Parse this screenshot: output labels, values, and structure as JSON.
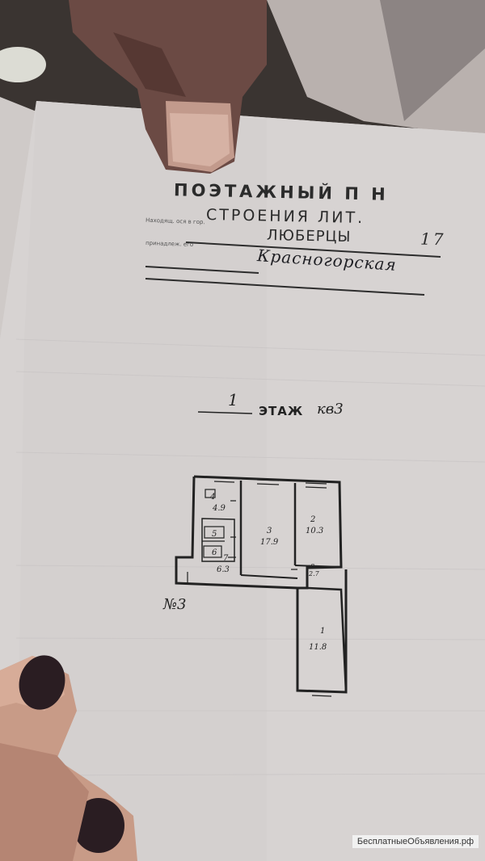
{
  "stamp": {
    "title": "ПОЭТАЖНЫЙ П  Н",
    "subtitle": "СТРОЕНИЯ ЛИТ.",
    "city": "ЛЮБЕРЦЫ",
    "house": "17",
    "street": "Красногорская",
    "address_label": "Находящ. ося в гор.",
    "street_label": "принадлеж. его"
  },
  "floor": {
    "number": "1",
    "word": "ЭТАЖ",
    "apartment": "кв3",
    "apartment_side": "№3"
  },
  "rooms": [
    {
      "number": "4",
      "area": "4.9"
    },
    {
      "number": "5",
      "area": ""
    },
    {
      "number": "6",
      "area": ""
    },
    {
      "number": "7",
      "area": "6.3"
    },
    {
      "number": "3",
      "area": "17.9"
    },
    {
      "number": "2",
      "area": "10.3"
    },
    {
      "number": "8",
      "area": "2.7"
    },
    {
      "number": "1",
      "area": "11.8"
    }
  ],
  "watermark": "БесплатныеОбъявления.рф"
}
